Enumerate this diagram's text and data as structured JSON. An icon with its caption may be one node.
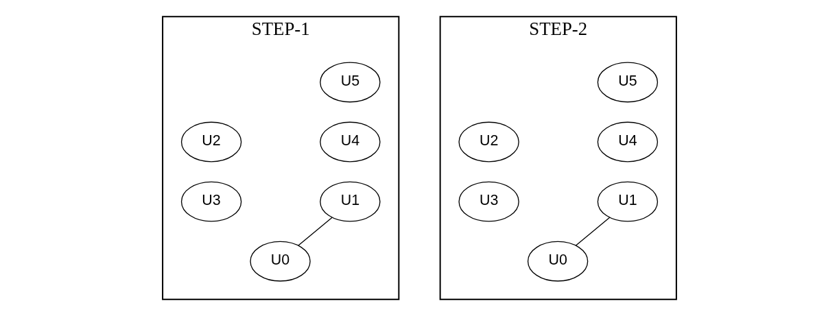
{
  "diagram": {
    "nodes": [
      {
        "text": [
          "STEP-1"
        ]
      },
      {
        "text": [
          "U5"
        ],
        "in": 0
      },
      {
        "text": [
          "U2"
        ],
        "in": 0
      },
      {
        "text": [
          "U4"
        ],
        "in": 0
      },
      {
        "text": [
          "U3"
        ],
        "in": 0
      },
      {
        "text": [
          "U1"
        ],
        "in": 0
      },
      {
        "text": [
          "U0"
        ],
        "in": 0
      },
      {
        "text": [
          "STEP-2"
        ]
      },
      {
        "text": [
          "U5"
        ],
        "in": 7
      },
      {
        "text": [
          "U2"
        ],
        "in": 7
      },
      {
        "text": [
          "U4"
        ],
        "in": 7
      },
      {
        "text": [
          "U3"
        ],
        "in": 7
      },
      {
        "text": [
          "U1"
        ],
        "in": 7
      },
      {
        "text": [
          "U0"
        ],
        "in": 7
      }
    ],
    "edges": [
      {
        "from": 6,
        "to": 5,
        "arrow": "none"
      },
      {
        "from": 13,
        "to": 12,
        "arrow": "none"
      }
    ]
  }
}
